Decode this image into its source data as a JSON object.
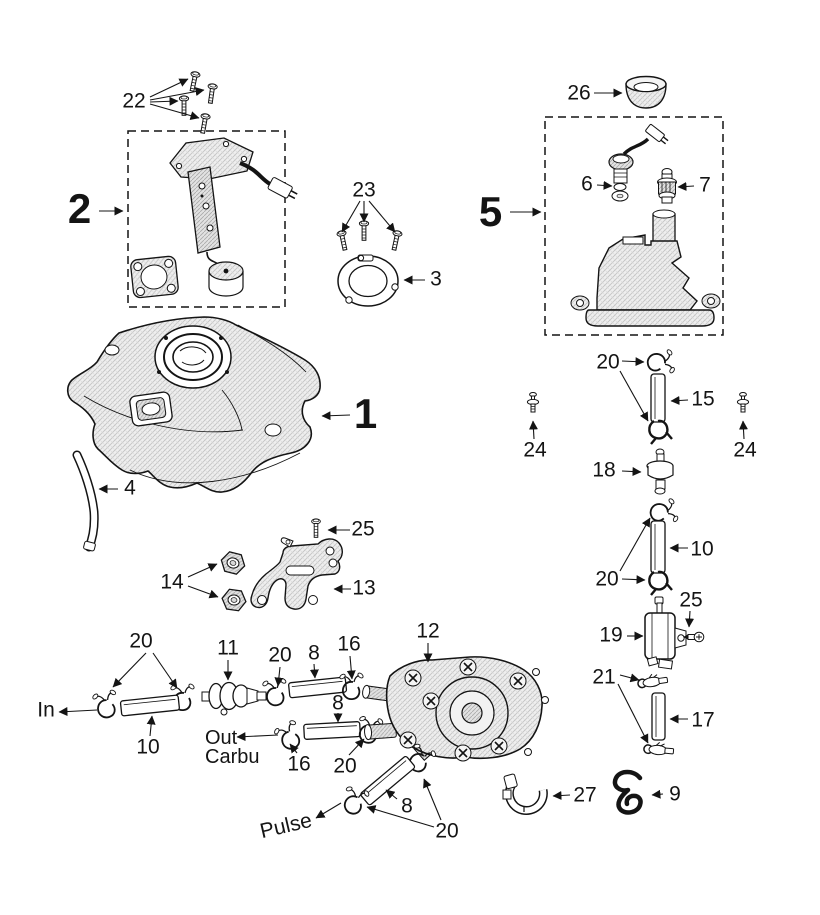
{
  "page": {
    "background": "#ffffff",
    "line_color": "#141414"
  },
  "callouts": [
    {
      "id": "screws-22",
      "label": "22"
    },
    {
      "id": "assembly-2",
      "label": "2"
    },
    {
      "id": "screws-23",
      "label": "23"
    },
    {
      "id": "ring-3",
      "label": "3"
    },
    {
      "id": "assembly-5",
      "label": "5"
    },
    {
      "id": "cap-26",
      "label": "26"
    },
    {
      "id": "fuel-cap-6",
      "label": "6"
    },
    {
      "id": "valve-7",
      "label": "7"
    },
    {
      "id": "fuel-tank-1",
      "label": "1"
    },
    {
      "id": "hose-4",
      "label": "4"
    },
    {
      "id": "screw-25-left",
      "label": "25"
    },
    {
      "id": "nuts-14",
      "label": "14"
    },
    {
      "id": "bracket-13",
      "label": "13"
    },
    {
      "id": "clamps-20-left",
      "label": "20"
    },
    {
      "id": "filter-11",
      "label": "11"
    },
    {
      "id": "clamp-20-mid",
      "label": "20"
    },
    {
      "id": "hose-8-top",
      "label": "8"
    },
    {
      "id": "clamp-16-top",
      "label": "16"
    },
    {
      "id": "hose-10-left",
      "label": "10"
    },
    {
      "id": "hose-8-mid",
      "label": "8"
    },
    {
      "id": "clamp-16-bottom",
      "label": "16"
    },
    {
      "id": "clamp-20-bottom",
      "label": "20"
    },
    {
      "id": "pump-12",
      "label": "12"
    },
    {
      "id": "hose-8-pulse",
      "label": "8"
    },
    {
      "id": "clamps-20-pulse",
      "label": "20"
    },
    {
      "id": "screw-24-left",
      "label": "24"
    },
    {
      "id": "clamps-20-right-top",
      "label": "20"
    },
    {
      "id": "hose-15",
      "label": "15"
    },
    {
      "id": "screw-24-right",
      "label": "24"
    },
    {
      "id": "valve-18",
      "label": "18"
    },
    {
      "id": "hose-10-right",
      "label": "10"
    },
    {
      "id": "clamp-20-right",
      "label": "20"
    },
    {
      "id": "screw-25-right",
      "label": "25"
    },
    {
      "id": "solenoid-19",
      "label": "19"
    },
    {
      "id": "clips-21",
      "label": "21"
    },
    {
      "id": "hose-17",
      "label": "17"
    },
    {
      "id": "clamp-27",
      "label": "27"
    },
    {
      "id": "hook-9",
      "label": "9"
    }
  ],
  "flow_labels": {
    "in": "In",
    "out": "Out",
    "carbu": "Carbu",
    "pulse": "Pulse"
  }
}
